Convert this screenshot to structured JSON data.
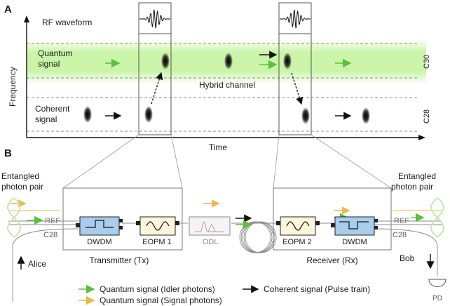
{
  "panelA": {
    "label": "A",
    "rf_waveform": "RF waveform",
    "quantum_signal": [
      "Quantum",
      "signal"
    ],
    "coherent_signal": [
      "Coherent",
      "signal"
    ],
    "hybrid_channel": "Hybrid channel",
    "axis_y": "Frequency",
    "axis_x": "Time",
    "band_upper": "C30",
    "band_lower": "C28"
  },
  "panelB": {
    "label": "B",
    "entangled_left": [
      "Entangled",
      "photon pair"
    ],
    "entangled_right": [
      "Entangled",
      "photon pair"
    ],
    "ref_left": "REF",
    "ref_right": "REF",
    "c28_left": "C28",
    "c28_right": "C28",
    "dwdm_tx": "DWDM",
    "eopm1": "EOPM 1",
    "odl": "ODL",
    "eopm2": "EOPM 2",
    "dwdm_rx": "DWDM",
    "transmitter": "Transmitter (Tx)",
    "receiver": "Receiver (Rx)",
    "alice": "Alice",
    "bob": "Bob",
    "pd": "PD"
  },
  "legend": {
    "idler": "Quantum signal (Idler photons)",
    "signal": "Quantum signal (Signal photons)",
    "coherent": "Coherent signal (Pulse train)"
  },
  "colors": {
    "green": "#5bbf3c",
    "yellow": "#e8b84a",
    "glow": "#b8f08a",
    "dwdm_fill": "#a9cdec",
    "eopm_fill": "#fbf6dc"
  }
}
